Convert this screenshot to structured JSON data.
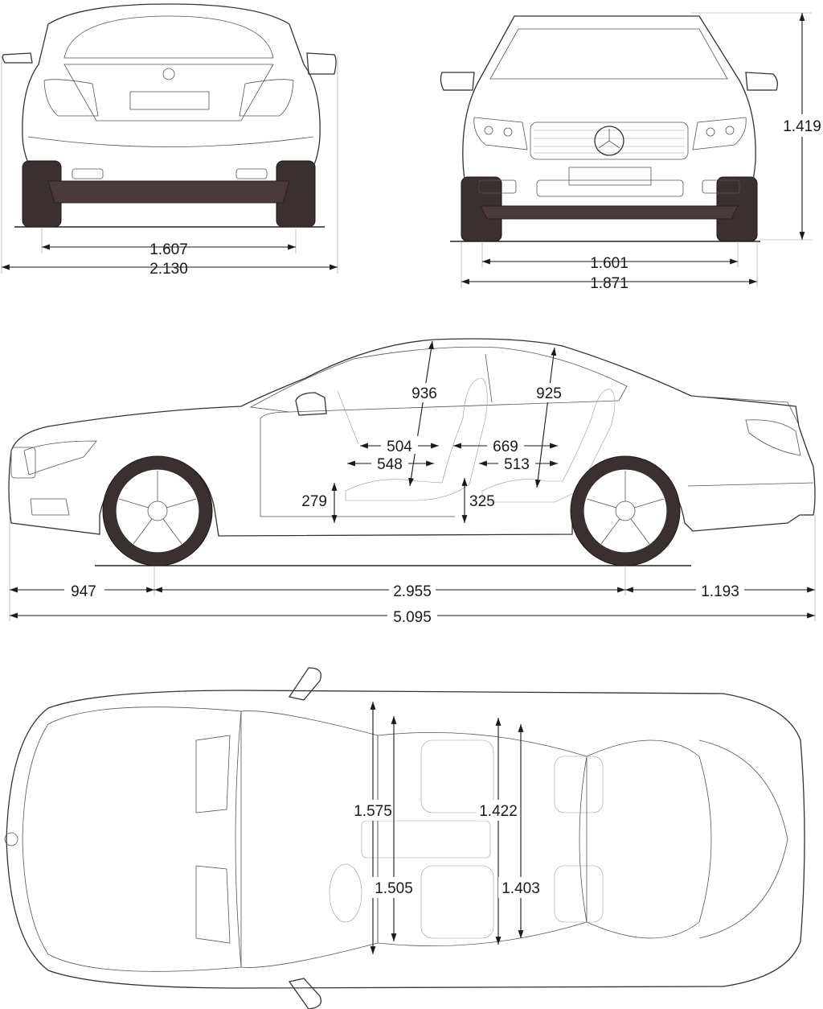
{
  "views": {
    "rear": {
      "dimensions": {
        "track_rear": "1.607",
        "width_incl_mirrors": "2.130"
      }
    },
    "front": {
      "dimensions": {
        "track_front": "1.601",
        "width": "1.871",
        "height": "1.419"
      }
    },
    "side": {
      "dimensions": {
        "headroom_front": "936",
        "headroom_rear": "925",
        "legroom_front_a": "504",
        "legroom_front_b": "548",
        "legroom_rear_a": "669",
        "legroom_rear_b": "513",
        "seat_height_front": "279",
        "seat_height_rear": "325",
        "front_overhang": "947",
        "wheelbase": "2.955",
        "rear_overhang": "1.193",
        "length": "5.095"
      }
    },
    "top": {
      "dimensions": {
        "shoulder_front": "1.575",
        "shoulder_rear": "1.422",
        "elbow_front": "1.505",
        "elbow_rear": "1.403"
      }
    }
  },
  "colors": {
    "line": "#333333",
    "underbody": "#4a3a3a",
    "tire": "#3b3030"
  }
}
